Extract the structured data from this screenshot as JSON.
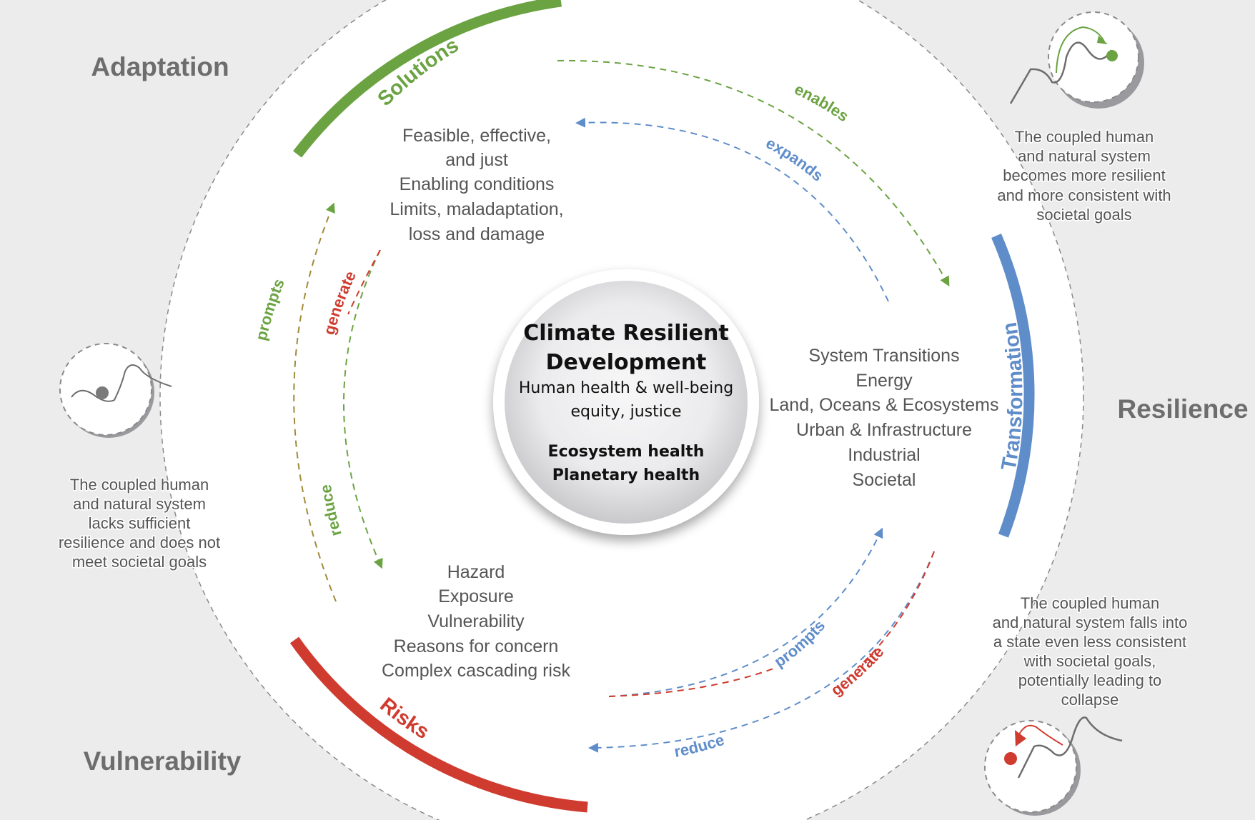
{
  "corners": {
    "top_left": "Adaptation",
    "right": "Resilience",
    "bottom_left": "Vulnerability"
  },
  "center": {
    "title_line1": "Climate Resilient",
    "title_line2": "Development",
    "lines": [
      "Human health & well-being",
      "equity, justice"
    ],
    "bold_lines": [
      "Ecosystem health",
      "Planetary health"
    ]
  },
  "segments": {
    "solutions": {
      "label": "Solutions",
      "color": "#6ba342",
      "items": [
        "Feasible, effective,",
        "and just",
        "Enabling conditions",
        "Limits, maladaptation,",
        "loss and damage"
      ]
    },
    "transformation": {
      "label": "Transformation",
      "color": "#5f8dca",
      "items": [
        "System Transitions",
        "Energy",
        "Land, Oceans & Ecosystems",
        "Urban & Infrastructure",
        "Industrial",
        "Societal"
      ]
    },
    "risks": {
      "label": "Risks",
      "color": "#d03b2f",
      "items": [
        "Hazard",
        "Exposure",
        "Vulnerability",
        "Reasons for concern",
        "Complex cascading risk"
      ]
    }
  },
  "flows": {
    "enables": "enables",
    "expands": "expands",
    "prompts_left": "prompts",
    "generate_left": "generate",
    "reduce_left": "reduce",
    "prompts_right": "prompts",
    "generate_right": "generate",
    "reduce_bottom": "reduce"
  },
  "notes": {
    "resilient": [
      "The coupled human",
      "and natural system",
      "becomes more resilient",
      "and more consistent with",
      "societal goals"
    ],
    "insufficient": [
      "The coupled human",
      "and natural system",
      "lacks sufficient",
      "resilience and does not",
      "meet societal goals"
    ],
    "collapse": [
      "The coupled human",
      "and natural system falls into",
      "a state even less consistent",
      "with societal goals,",
      "potentially leading to",
      "collapse"
    ]
  },
  "colors": {
    "green": "#6ba342",
    "blue": "#5f8dca",
    "red": "#d03b2f",
    "grey_text": "#6d6d6d",
    "background": "#ececec"
  }
}
